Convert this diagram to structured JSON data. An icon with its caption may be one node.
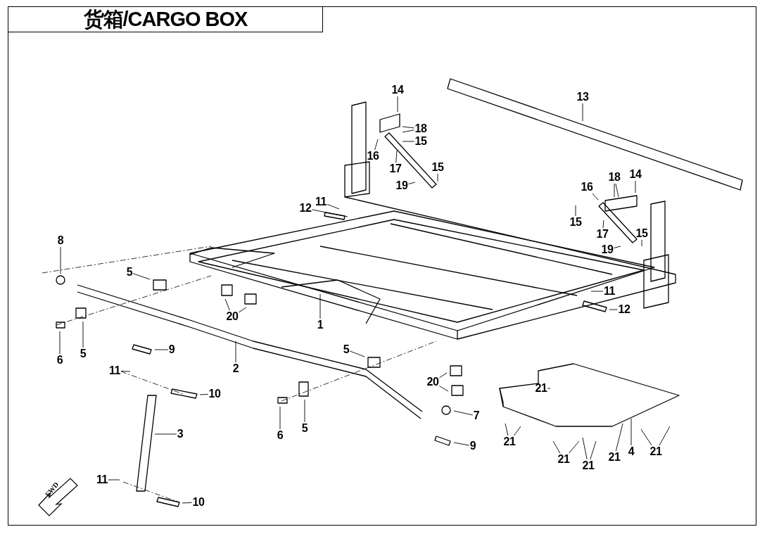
{
  "diagram": {
    "title": "货箱/CARGO BOX",
    "nodes": [
      {
        "text": [
          "14"
        ]
      },
      {
        "text": [
          "13"
        ]
      },
      {
        "text": [
          "18"
        ]
      },
      {
        "text": [
          "16"
        ]
      },
      {
        "text": [
          "15"
        ]
      },
      {
        "text": [
          "17"
        ]
      },
      {
        "text": [
          "15"
        ]
      },
      {
        "text": [
          "19"
        ]
      },
      {
        "text": [
          "18"
        ]
      },
      {
        "text": [
          "14"
        ]
      },
      {
        "text": [
          "16"
        ]
      },
      {
        "text": [
          "12"
        ]
      },
      {
        "text": [
          "11"
        ]
      },
      {
        "text": [
          "15"
        ]
      },
      {
        "text": [
          "17"
        ]
      },
      {
        "text": [
          "15"
        ]
      },
      {
        "text": [
          "19"
        ]
      },
      {
        "text": [
          "8"
        ]
      },
      {
        "text": [
          "5"
        ]
      },
      {
        "text": [
          "11"
        ]
      },
      {
        "text": [
          "20"
        ]
      },
      {
        "text": [
          "1"
        ]
      },
      {
        "text": [
          "12"
        ]
      },
      {
        "text": [
          "6"
        ]
      },
      {
        "text": [
          "5"
        ]
      },
      {
        "text": [
          "9"
        ]
      },
      {
        "text": [
          "2"
        ]
      },
      {
        "text": [
          "5"
        ]
      },
      {
        "text": [
          "11"
        ]
      },
      {
        "text": [
          "20"
        ]
      },
      {
        "text": [
          "21"
        ]
      },
      {
        "text": [
          "10"
        ]
      },
      {
        "text": [
          "6"
        ]
      },
      {
        "text": [
          "5"
        ]
      },
      {
        "text": [
          "7"
        ]
      },
      {
        "text": [
          "3"
        ]
      },
      {
        "text": [
          "9"
        ]
      },
      {
        "text": [
          "21"
        ]
      },
      {
        "text": [
          "21"
        ]
      },
      {
        "text": [
          "21"
        ]
      },
      {
        "text": [
          "21"
        ]
      },
      {
        "text": [
          "4"
        ]
      },
      {
        "text": [
          "21"
        ]
      },
      {
        "text": [
          "11"
        ]
      },
      {
        "text": [
          "10"
        ]
      }
    ],
    "edges": [
      {
        "from": 0,
        "to": null,
        "arrow": "none"
      },
      {
        "from": 1,
        "to": null,
        "arrow": "none"
      },
      {
        "from": 2,
        "to": null,
        "arrow": "none"
      },
      {
        "from": 2,
        "to": null,
        "arrow": "none"
      },
      {
        "from": 3,
        "to": null,
        "arrow": "none"
      },
      {
        "from": 4,
        "to": null,
        "arrow": "none"
      },
      {
        "from": 5,
        "to": null,
        "arrow": "none"
      },
      {
        "from": 6,
        "to": null,
        "arrow": "none"
      },
      {
        "from": 7,
        "to": null,
        "arrow": "none"
      },
      {
        "from": 8,
        "to": null,
        "arrow": "none"
      },
      {
        "from": 8,
        "to": null,
        "arrow": "none"
      },
      {
        "from": 9,
        "to": null,
        "arrow": "none"
      },
      {
        "from": 10,
        "to": null,
        "arrow": "none"
      },
      {
        "from": 11,
        "to": null,
        "arrow": "none"
      },
      {
        "from": 12,
        "to": null,
        "arrow": "none"
      },
      {
        "from": 13,
        "to": null,
        "arrow": "none"
      },
      {
        "from": 14,
        "to": null,
        "arrow": "none"
      },
      {
        "from": 15,
        "to": null,
        "arrow": "none"
      },
      {
        "from": 16,
        "to": null,
        "arrow": "none"
      },
      {
        "from": 17,
        "to": null,
        "arrow": "none"
      },
      {
        "from": 18,
        "to": null,
        "arrow": "none"
      },
      {
        "from": 19,
        "to": null,
        "arrow": "none"
      },
      {
        "from": 20,
        "to": null,
        "arrow": "none"
      },
      {
        "from": 20,
        "to": null,
        "arrow": "none"
      },
      {
        "from": 21,
        "to": null,
        "arrow": "none"
      },
      {
        "from": 22,
        "to": null,
        "arrow": "none"
      },
      {
        "from": 23,
        "to": null,
        "arrow": "none"
      },
      {
        "from": 24,
        "to": null,
        "arrow": "none"
      },
      {
        "from": 25,
        "to": null,
        "arrow": "none"
      },
      {
        "from": 26,
        "to": null,
        "arrow": "none"
      },
      {
        "from": 27,
        "to": null,
        "arrow": "none"
      },
      {
        "from": 28,
        "to": null,
        "arrow": "none"
      },
      {
        "from": 29,
        "to": null,
        "arrow": "none"
      },
      {
        "from": 29,
        "to": null,
        "arrow": "none"
      },
      {
        "from": 30,
        "to": null,
        "arrow": "none"
      },
      {
        "from": 31,
        "to": null,
        "arrow": "none"
      },
      {
        "from": 32,
        "to": null,
        "arrow": "none"
      },
      {
        "from": 33,
        "to": null,
        "arrow": "none"
      },
      {
        "from": 34,
        "to": null,
        "arrow": "none"
      },
      {
        "from": 35,
        "to": null,
        "arrow": "none"
      },
      {
        "from": 36,
        "to": null,
        "arrow": "none"
      },
      {
        "from": 37,
        "to": null,
        "arrow": "none"
      },
      {
        "from": 37,
        "to": null,
        "arrow": "none"
      },
      {
        "from": 38,
        "to": null,
        "arrow": "none"
      },
      {
        "from": 38,
        "to": null,
        "arrow": "none"
      },
      {
        "from": 39,
        "to": null,
        "arrow": "none"
      },
      {
        "from": 39,
        "to": null,
        "arrow": "none"
      },
      {
        "from": 40,
        "to": null,
        "arrow": "none"
      },
      {
        "from": 41,
        "to": null,
        "arrow": "none"
      },
      {
        "from": 42,
        "to": null,
        "arrow": "none"
      },
      {
        "from": 42,
        "to": null,
        "arrow": "none"
      },
      {
        "from": 43,
        "to": null,
        "arrow": "none"
      },
      {
        "from": 44,
        "to": null,
        "arrow": "none"
      }
    ],
    "labels": [
      "FWD"
    ]
  }
}
